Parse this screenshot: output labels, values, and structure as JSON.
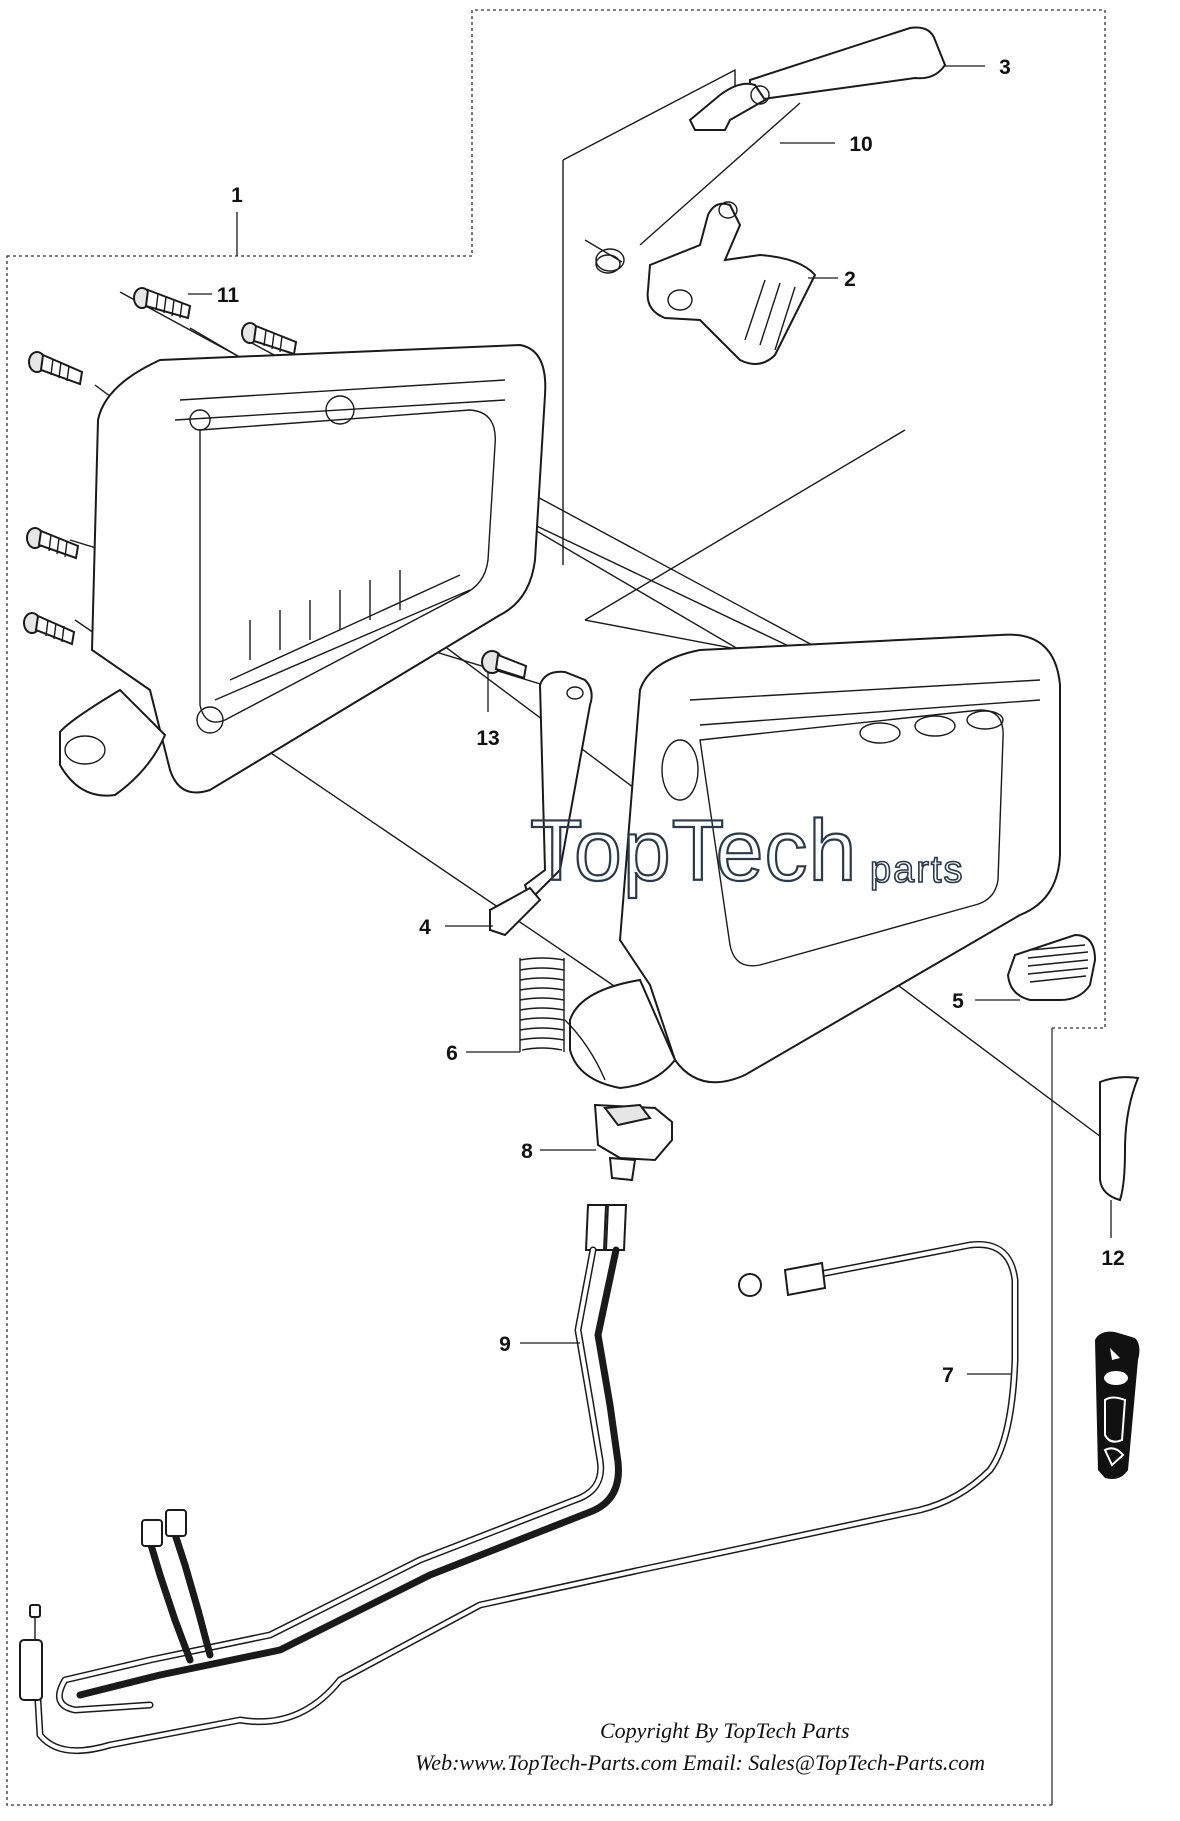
{
  "callouts": [
    {
      "id": "1",
      "label": "1"
    },
    {
      "id": "2",
      "label": "2"
    },
    {
      "id": "3",
      "label": "3"
    },
    {
      "id": "4",
      "label": "4"
    },
    {
      "id": "5",
      "label": "5"
    },
    {
      "id": "6",
      "label": "6"
    },
    {
      "id": "7",
      "label": "7"
    },
    {
      "id": "8",
      "label": "8"
    },
    {
      "id": "9",
      "label": "9"
    },
    {
      "id": "10",
      "label": "10"
    },
    {
      "id": "11",
      "label": "11"
    },
    {
      "id": "12",
      "label": "12"
    },
    {
      "id": "13",
      "label": "13"
    }
  ],
  "watermark": {
    "brand": "TopTech",
    "suffix": "parts"
  },
  "copyright": {
    "line1": "Copyright By TopTech Parts",
    "line2": "Web:www.TopTech-Parts.com  Email: Sales@TopTech-Parts.com"
  },
  "colors": {
    "line": "#1a1a1a",
    "watermark": "#2a3a4a",
    "decal": "#111111"
  }
}
